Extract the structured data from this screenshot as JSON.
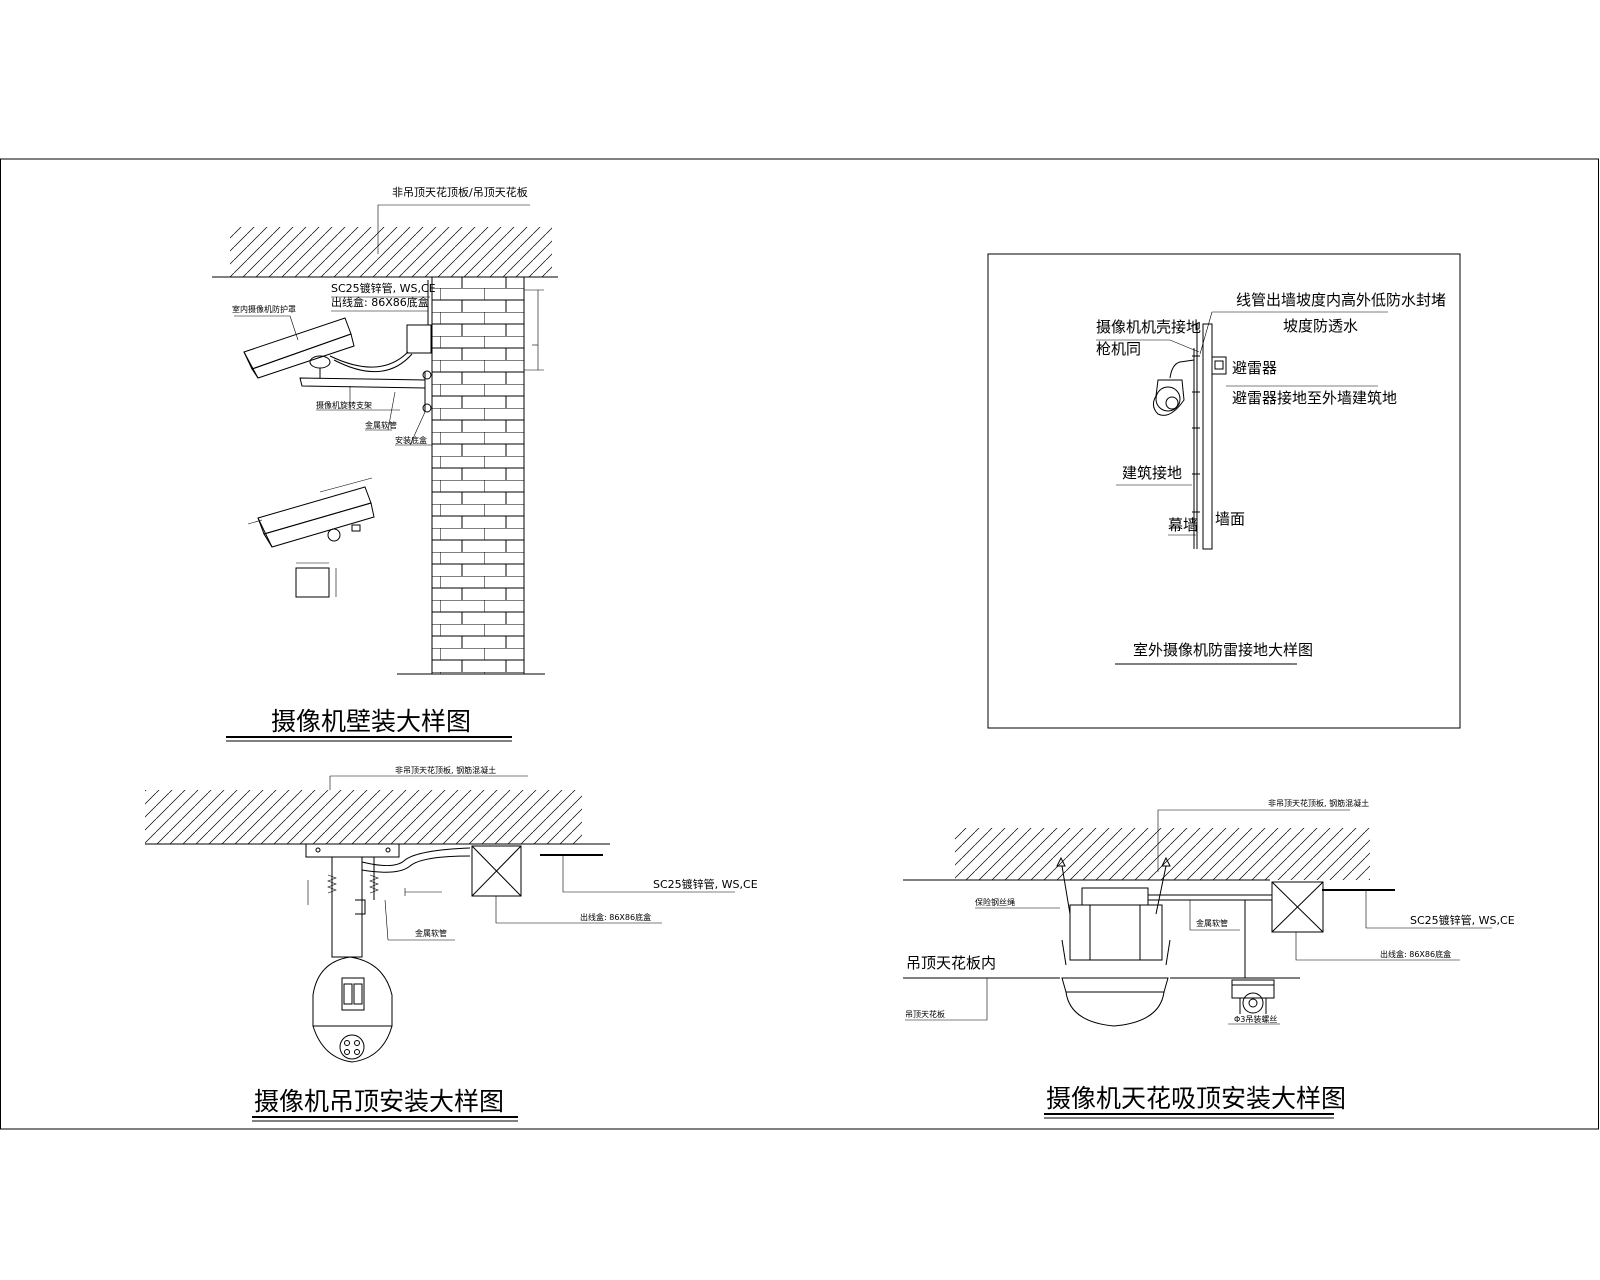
{
  "wall_mount": {
    "title": "摄像机壁装大样图",
    "labels": {
      "ceiling": "非吊顶天花顶板/吊顶天花板",
      "conduit": "SC25镀锌管, WS,CE",
      "outlet_box": "出线盒: 86X86底盒",
      "housing": "室内摄像机防护罩",
      "bracket": "摄像机旋转支架",
      "hose": "金属软管",
      "box": "安装底盒"
    }
  },
  "lightning": {
    "title": "室外摄像机防雷接地大样图",
    "labels": {
      "conduit_note_1": "线管出墙坡度内高外低防水封堵",
      "conduit_note_2": "坡度防透水",
      "shell_ground_1": "摄像机机壳接地",
      "shell_ground_2": "枪机同",
      "arrester": "避雷器",
      "arrester_ground": "避雷器接地至外墙建筑地",
      "building_ground": "建筑接地",
      "curtain_wall": "幕墙",
      "wall_surface": "墙面"
    }
  },
  "pendant": {
    "title": "摄像机吊顶安装大样图",
    "labels": {
      "ceiling": "非吊顶天花顶板, 钢筋混凝土",
      "conduit": "SC25镀锌管, WS,CE",
      "outlet_box": "出线盒: 86X86底盒",
      "hose": "金属软管"
    }
  },
  "flush": {
    "title": "摄像机天花吸顶安装大样图",
    "labels": {
      "ceiling": "非吊顶天花顶板, 钢筋混凝土",
      "conduit": "SC25镀锌管, WS,CE",
      "outlet_box": "出线盒: 86X86底盒",
      "hose": "金属软管",
      "suspended": "吊顶天花板内",
      "ceiling_board": "吊顶天花板",
      "wire": "保险钢丝绳",
      "hanger": "Φ3吊装螺丝"
    }
  }
}
